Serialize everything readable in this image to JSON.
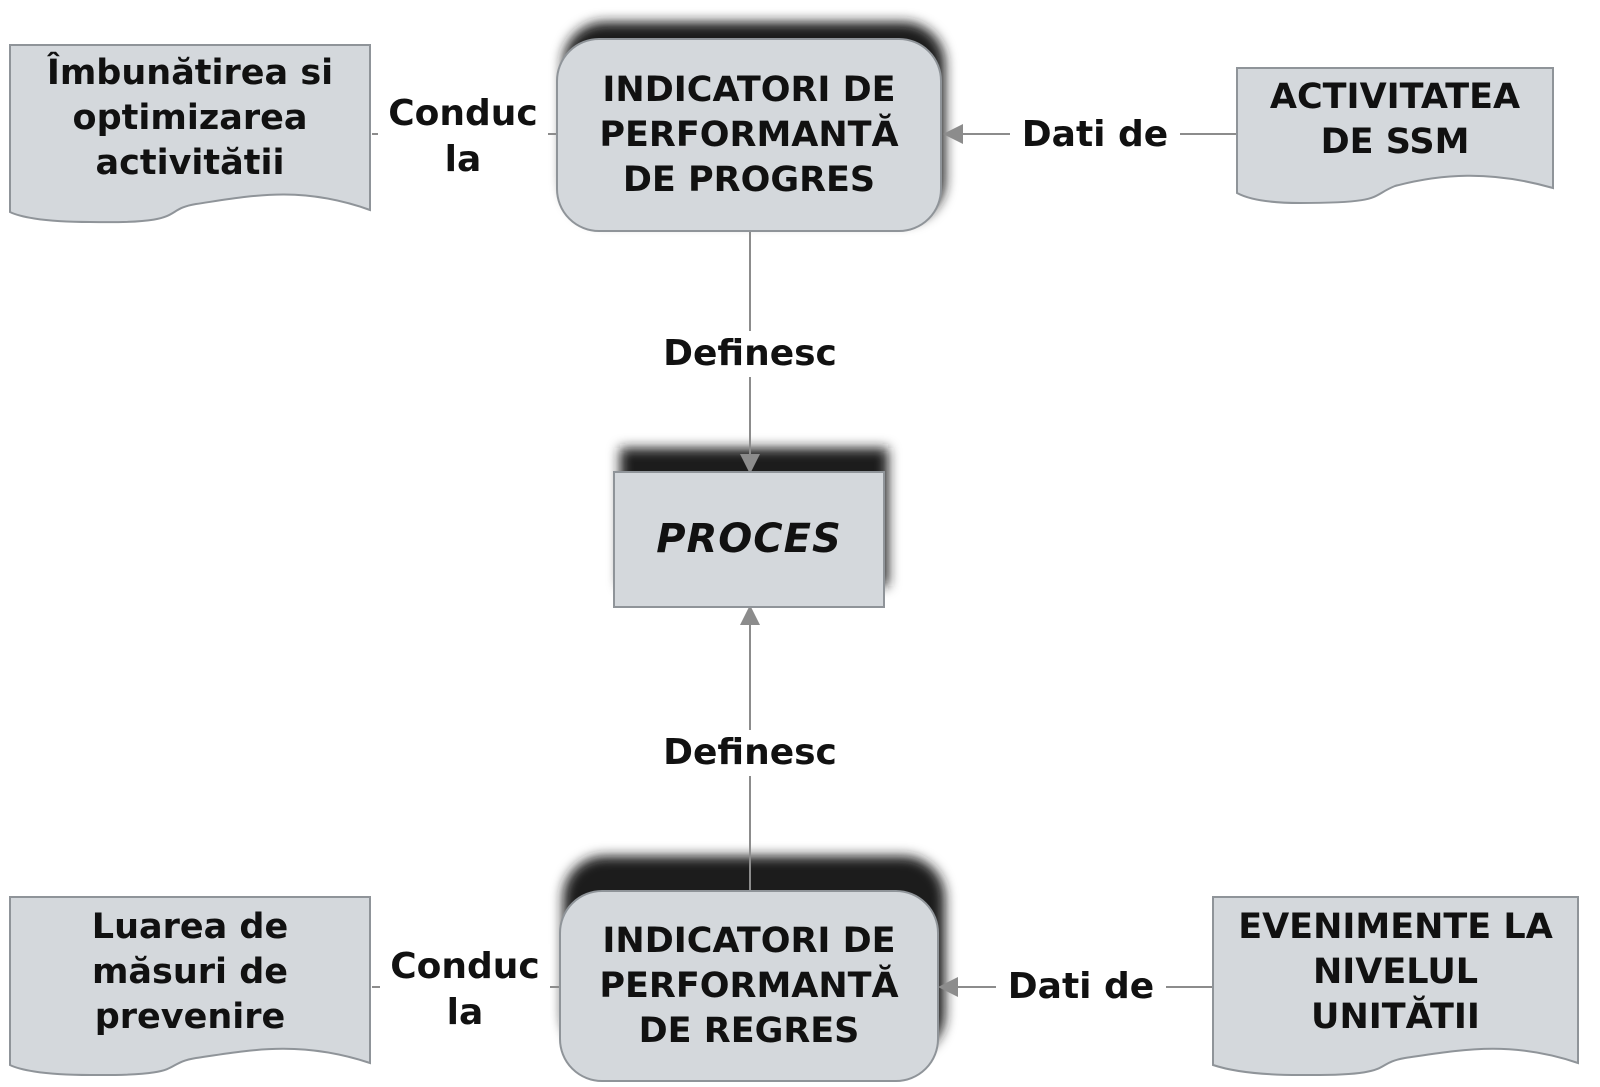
{
  "nodes": {
    "ind_progres": {
      "lines": [
        "INDICATORI DE",
        "PERFORMANTĂ",
        "DE PROGRES"
      ]
    },
    "proces": {
      "text": "PROCES"
    },
    "ind_regres": {
      "lines": [
        "INDICATORI DE",
        "PERFORMANTĂ",
        "DE REGRES"
      ]
    },
    "imbunatatire": {
      "lines": [
        "Îmbunătirea si",
        "optimizarea",
        "activitătii"
      ]
    },
    "activitatea_ssm": {
      "lines": [
        "ACTIVITATEA",
        "DE SSM"
      ]
    },
    "luarea_masuri": {
      "lines": [
        "Luarea de",
        "măsuri de",
        "prevenire"
      ]
    },
    "evenimente": {
      "lines": [
        "EVENIMENTE LA",
        "NIVELUL",
        "UNITĂTII"
      ]
    }
  },
  "edges": {
    "conduc_top": {
      "lines": [
        "Conduc",
        "la"
      ]
    },
    "dati_top": {
      "text": "Dati de"
    },
    "definesc_top": {
      "text": "Definesc"
    },
    "definesc_bottom": {
      "text": "Definesc"
    },
    "conduc_bottom": {
      "lines": [
        "Conduc",
        "la"
      ]
    },
    "dati_bottom": {
      "text": "Dati de"
    }
  },
  "colors": {
    "box_fill": "#d4d8dc",
    "box_stroke": "#8f9499",
    "connector": "#8c8c8c",
    "shadow": "#1a1a1a",
    "text": "#111111"
  }
}
